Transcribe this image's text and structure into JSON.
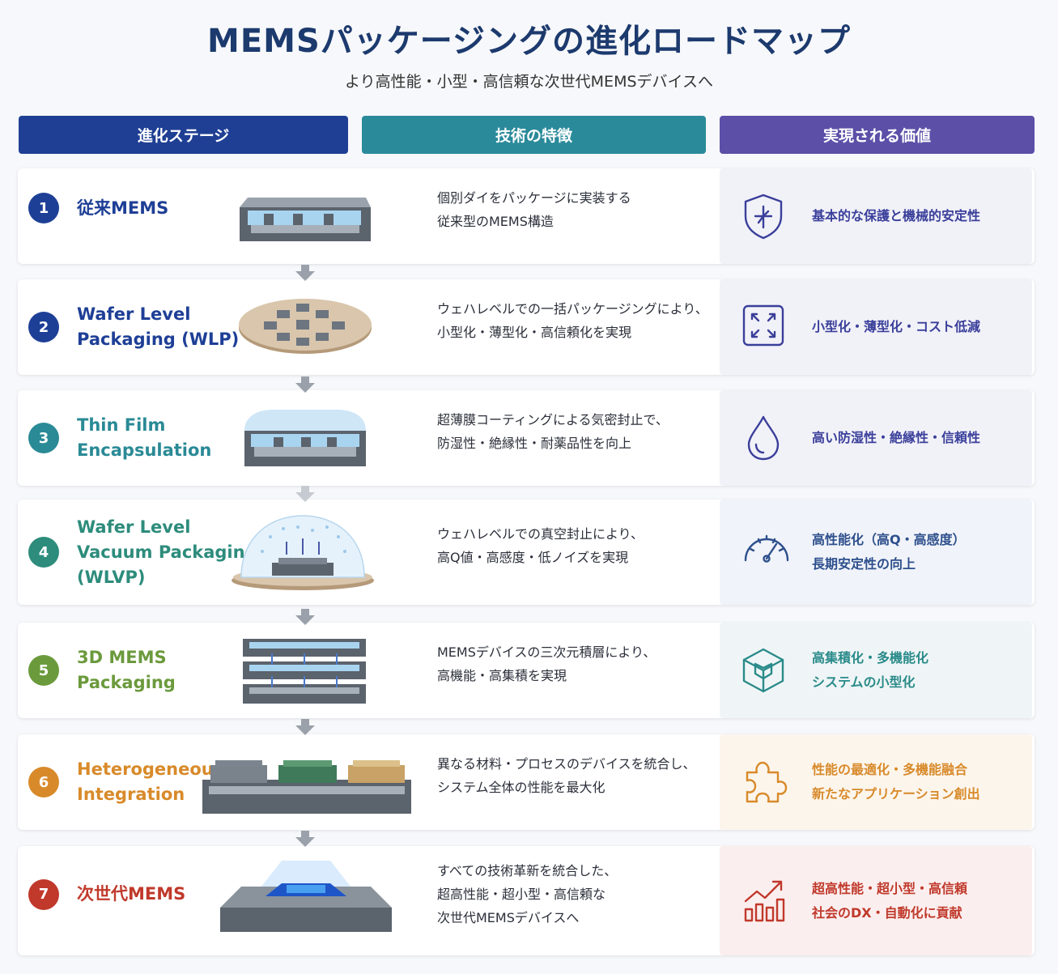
{
  "title": "MEMSパッケージングの進化ロードマップ",
  "subtitle": "より高性能・小型・高信頼な次世代MEMSデバイスへ",
  "headers": {
    "stage": "進化ステージ",
    "feature": "技術の特徴",
    "value": "実現される価値"
  },
  "colors": {
    "stage_header": "#1f3f94",
    "feature_header": "#2a8a9a",
    "value_header": "#5b4fa8"
  },
  "stages": [
    {
      "number": "1",
      "name_lines": [
        "従来MEMS"
      ],
      "color": "#1e3f96",
      "feature_lines": [
        "個別ダイをパッケージに実装する",
        "従来型のMEMS構造"
      ],
      "value_lines": [
        "基本的な保護と機械的安定性"
      ],
      "value_icon": "shield-icon",
      "value_color": "#3a3f9a",
      "value_bg": "#f1f1f8"
    },
    {
      "number": "2",
      "name_lines": [
        "Wafer Level",
        "Packaging (WLP)"
      ],
      "color": "#1e3f96",
      "feature_lines": [
        "ウェハレベルでの一括パッケージングにより、",
        "小型化・薄型化・高信頼化を実現"
      ],
      "value_lines": [
        "小型化・薄型化・コスト低減"
      ],
      "value_icon": "expand-arrows-icon",
      "value_color": "#3a3f9a",
      "value_bg": "#f1f1f8"
    },
    {
      "number": "3",
      "name_lines": [
        "Thin Film",
        "Encapsulation"
      ],
      "color": "#2a8a96",
      "feature_lines": [
        "超薄膜コーティングによる気密封止で、",
        "防湿性・絶縁性・耐薬品性を向上"
      ],
      "value_lines": [
        "高い防湿性・絶縁性・信頼性"
      ],
      "value_icon": "water-drop-icon",
      "value_color": "#3a3f9a",
      "value_bg": "#f1f1f8"
    },
    {
      "number": "4",
      "name_lines": [
        "Wafer Level",
        "Vacuum Packaging",
        "(WLVP)"
      ],
      "color": "#2d8c7c",
      "feature_lines": [
        "ウェハレベルでの真空封止により、",
        "高Q値・高感度・低ノイズを実現"
      ],
      "value_lines": [
        "高性能化（高Q・高感度）",
        "長期安定性の向上"
      ],
      "value_icon": "gauge-icon",
      "value_color": "#2d4f8c",
      "value_bg": "#f0f3f9"
    },
    {
      "number": "5",
      "name_lines": [
        "3D MEMS",
        "Packaging"
      ],
      "color": "#6b9a3c",
      "feature_lines": [
        "MEMSデバイスの三次元積層により、",
        "高機能・高集積を実現"
      ],
      "value_lines": [
        "高集積化・多機能化",
        "システムの小型化"
      ],
      "value_icon": "cube-icon",
      "value_color": "#2a8a8a",
      "value_bg": "#eff5f6"
    },
    {
      "number": "6",
      "name_lines": [
        "Heterogeneous",
        "Integration"
      ],
      "color": "#d88a2a",
      "feature_lines": [
        "異なる材料・プロセスのデバイスを統合し、",
        "システム全体の性能を最大化"
      ],
      "value_lines": [
        "性能の最適化・多機能融合",
        "新たなアプリケーション創出"
      ],
      "value_icon": "puzzle-icon",
      "value_color": "#d88a2a",
      "value_bg": "#fcf5ec"
    },
    {
      "number": "7",
      "name_lines": [
        "次世代MEMS"
      ],
      "color": "#c0392b",
      "feature_lines": [
        "すべての技術革新を統合した、",
        "超高性能・超小型・高信頼な",
        "次世代MEMSデバイスへ"
      ],
      "value_lines": [
        "超高性能・超小型・高信頼",
        "社会のDX・自動化に貢献"
      ],
      "value_icon": "growth-chart-icon",
      "value_color": "#c0392b",
      "value_bg": "#fbeeee"
    }
  ]
}
